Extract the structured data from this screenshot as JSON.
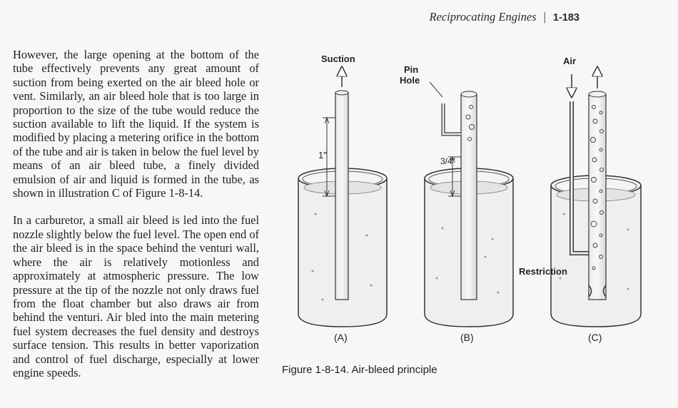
{
  "header": {
    "book_title": "Reciprocating Engines",
    "separator": "|",
    "page_number": "1-183"
  },
  "body_text": {
    "paragraph_1": "However, the large opening at the bottom of the tube effectively prevents any great amount of suction from being exerted on the air bleed hole or vent. Similarly, an air bleed hole that is too large in proportion to the size of the tube would reduce the suction available to lift the liquid. If the system is modified by placing a metering orifice in the bottom of the tube and air is taken in below the fuel level by means of an air bleed tube, a finely divided emulsion of air and liquid is formed in the tube, as shown in illustration C of Figure 1-8-14.",
    "paragraph_2": "In a carburetor, a small air bleed is led into the fuel nozzle slightly below the fuel level. The open end of the air bleed is in the space behind the venturi wall, where the air is relatively motionless and approximately at atmospheric pressure. The low pressure at the tip of the nozzle not only draws fuel from the float chamber but also draws air from behind the venturi. Air bled into the main metering fuel system decreases the fuel density and destroys surface tension. This results in better vaporization and control of fuel discharge, especially at lower engine speeds."
  },
  "figure": {
    "caption": "Figure 1-8-14. Air-bleed principle",
    "label_suction": "Suction",
    "label_pin_hole_1": "Pin",
    "label_pin_hole_2": "Hole",
    "label_air": "Air",
    "label_restriction": "Restriction",
    "dim_a": "1\"",
    "dim_b": "3/4\"",
    "panel_a": "(A)",
    "panel_b": "(B)",
    "panel_c": "(C)"
  }
}
